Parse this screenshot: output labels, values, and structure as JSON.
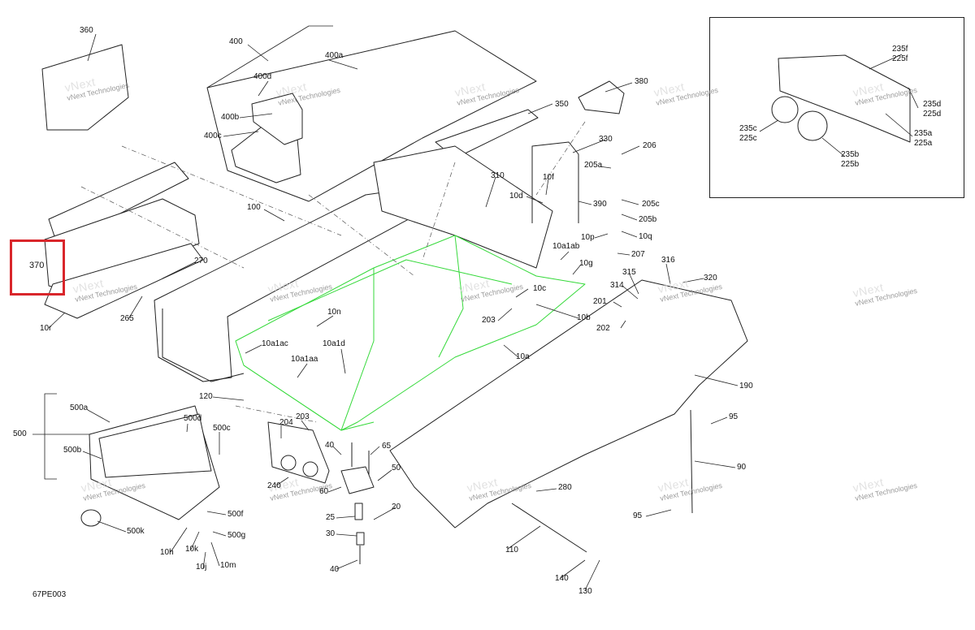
{
  "diagram_code": "67PE003",
  "watermark": {
    "line1": "vNext",
    "line2": "Technologies",
    "combined": "vNext Technologies"
  },
  "highlight_callout": "370",
  "callouts": {
    "c360": "360",
    "c400": "400",
    "c400a": "400a",
    "c400d": "400d",
    "c400b": "400b",
    "c400c": "400c",
    "c380": "380",
    "c350": "350",
    "c330": "330",
    "c206": "206",
    "c205a": "205a",
    "c310": "310",
    "c10f": "10f",
    "c10d": "10d",
    "c390": "390",
    "c205c": "205c",
    "c205b": "205b",
    "c10q": "10q",
    "c10p": "10p",
    "c207": "207",
    "c100": "100",
    "c10a1ab": "10a1ab",
    "c10g": "10g",
    "c270": "270",
    "c316": "316",
    "c315": "315",
    "c320": "320",
    "c314": "314",
    "c10c": "10c",
    "c201": "201",
    "c10n": "10n",
    "c10b": "10b",
    "c203a": "203",
    "c202": "202",
    "c10r": "10r",
    "c265": "265",
    "c10a1ac": "10a1ac",
    "c10a1d": "10a1d",
    "c10a": "10a",
    "c10a1aa": "10a1aa",
    "c190": "190",
    "c120": "120",
    "c500a": "500a",
    "c500d": "500d",
    "c204": "204",
    "c203b": "203",
    "c500c": "500c",
    "c500": "500",
    "c500b": "500b",
    "c40a": "40",
    "c65": "65",
    "c95a": "95",
    "c90": "90",
    "c50": "50",
    "c240": "240",
    "c60": "60",
    "c280": "280",
    "c20": "20",
    "c25": "25",
    "c500f": "500f",
    "c30": "30",
    "c95b": "95",
    "c500k": "500k",
    "c500g": "500g",
    "c110": "110",
    "c10h": "10h",
    "c10k": "10k",
    "c40b": "40",
    "c10j": "10j",
    "c10m": "10m",
    "c140": "140",
    "c130": "130",
    "c235f": "235f",
    "c225f": "225f",
    "c235d": "235d",
    "c225d": "225d",
    "c235c": "235c",
    "c225c": "225c",
    "c235a": "235a",
    "c225a": "225a",
    "c235b": "235b",
    "c225b": "225b"
  },
  "colors": {
    "line": "#222222",
    "highlight_box": "#d9262b",
    "frame_green": "#35d93a",
    "watermark": "#8a8a8a"
  }
}
